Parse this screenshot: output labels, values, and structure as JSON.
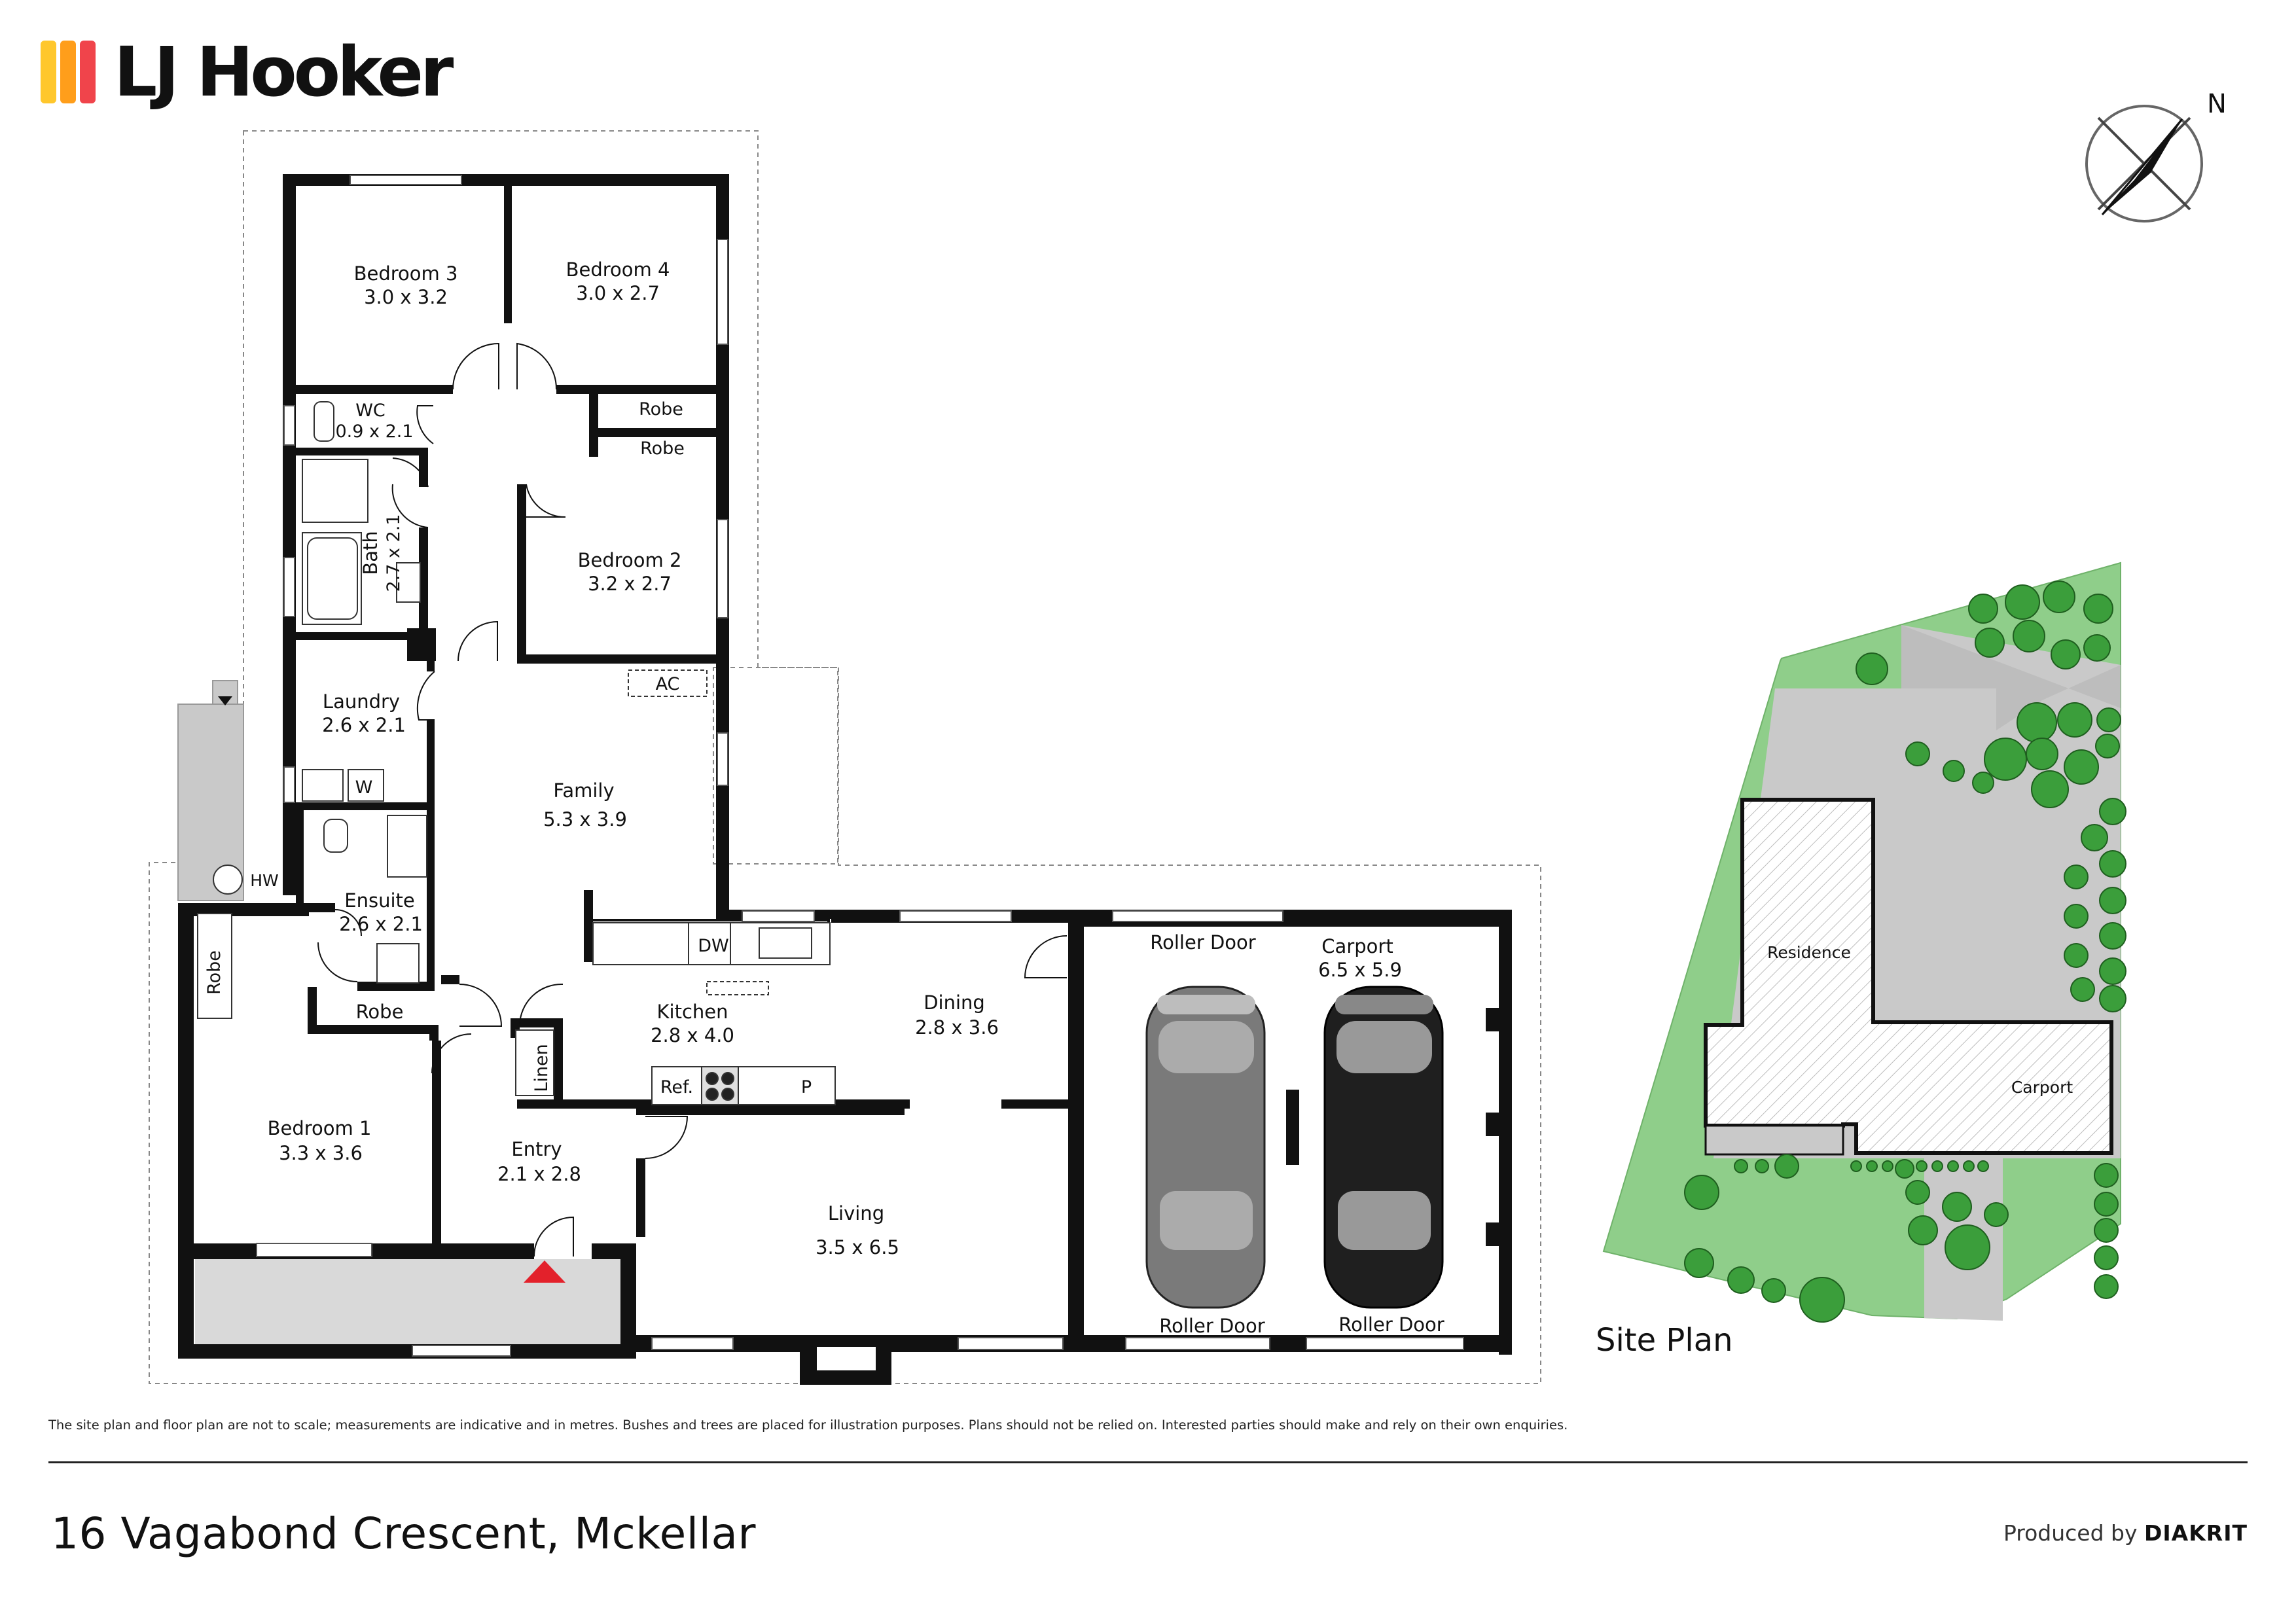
{
  "brand": {
    "name": "LJ Hooker",
    "bar_colors": [
      "#FFC72C",
      "#FF9E1B",
      "#F0444B"
    ]
  },
  "compass": {
    "north_label": "N"
  },
  "rooms": {
    "bedroom3": {
      "name": "Bedroom 3",
      "size": "3.0 x 3.2"
    },
    "bedroom4": {
      "name": "Bedroom 4",
      "size": "3.0 x 2.7"
    },
    "robe_b4": "Robe",
    "robe_b2": "Robe",
    "wc": {
      "name": "WC",
      "size": "0.9 x 2.1"
    },
    "bath": {
      "name": "Bath",
      "size": "2.7 x 2.1"
    },
    "bedroom2": {
      "name": "Bedroom 2",
      "size": "3.2 x 2.7"
    },
    "laundry": {
      "name": "Laundry",
      "size": "2.6 x 2.1"
    },
    "washer": "W",
    "ac": "AC",
    "family": {
      "name": "Family",
      "size": "5.3 x 3.9"
    },
    "hw": "HW",
    "ensuite": {
      "name": "Ensuite",
      "size": "2.6 x 2.1"
    },
    "robe_b1_side": "Robe",
    "robe_b1": "Robe",
    "dw": "DW",
    "kitchen": {
      "name": "Kitchen",
      "size": "2.8 x 4.0"
    },
    "linen": "Linen",
    "ref": "Ref.",
    "pantry": "P",
    "dining": {
      "name": "Dining",
      "size": "2.8 x 3.6"
    },
    "bedroom1": {
      "name": "Bedroom 1",
      "size": "3.3 x 3.6"
    },
    "entry": {
      "name": "Entry",
      "size": "2.1 x 2.8"
    },
    "living": {
      "name": "Living",
      "size": "3.5 x 6.5"
    },
    "carport": {
      "name": "Carport",
      "size": "6.5 x 5.9"
    },
    "roller_top": "Roller Door",
    "roller_bottom_left": "Roller Door",
    "roller_bottom_right": "Roller Door"
  },
  "site_plan": {
    "title": "Site Plan",
    "residence": "Residence",
    "carport": "Carport"
  },
  "colors": {
    "wall": "#111111",
    "lawn": "#8fce8a",
    "paving": "#c9c9c9",
    "entry_arrow": "#e3212b",
    "car_grey": "#7a7a7a",
    "car_black": "#1f1f1f"
  },
  "footer": {
    "disclaimer": "The site plan and floor plan are not to scale; measurements are indicative and in metres. Bushes and trees are placed for illustration purposes. Plans should not be relied on. Interested parties should make and rely on their own enquiries.",
    "address": "16 Vagabond Crescent, Mckellar",
    "produced_by": "Produced by",
    "producer": "DIAKRIT"
  }
}
